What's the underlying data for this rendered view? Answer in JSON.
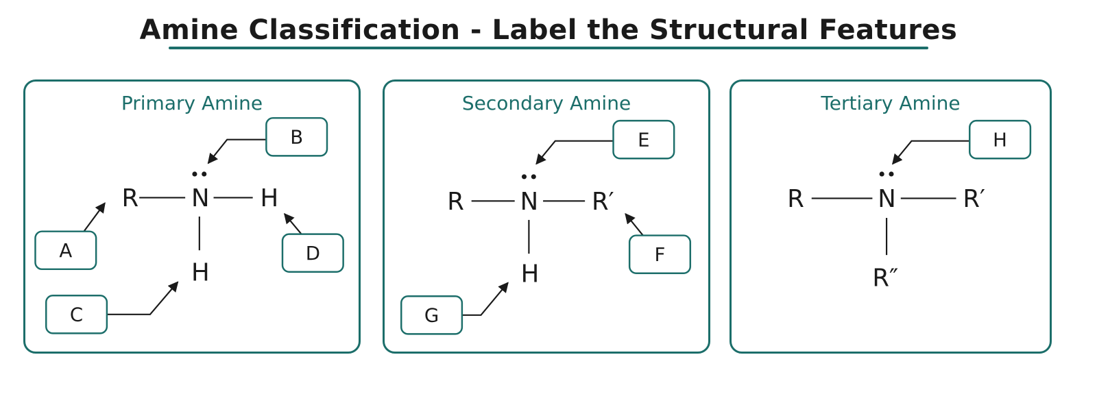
{
  "title": "Amine Classification - Label the Structural Features",
  "colors": {
    "accent": "#1c6e6a",
    "ink": "#1a1a1a"
  },
  "panels": [
    {
      "title": "Primary Amine",
      "atoms": {
        "left": "R",
        "center": "N",
        "right": "H",
        "bottom": "H"
      },
      "labels": [
        "A",
        "B",
        "C",
        "D"
      ]
    },
    {
      "title": "Secondary Amine",
      "atoms": {
        "left": "R",
        "center": "N",
        "right": "R′",
        "bottom": "H"
      },
      "labels": [
        "E",
        "F",
        "G"
      ]
    },
    {
      "title": "Tertiary Amine",
      "atoms": {
        "left": "R",
        "center": "N",
        "right": "R′",
        "bottom": "R″"
      },
      "labels": [
        "H"
      ]
    }
  ]
}
